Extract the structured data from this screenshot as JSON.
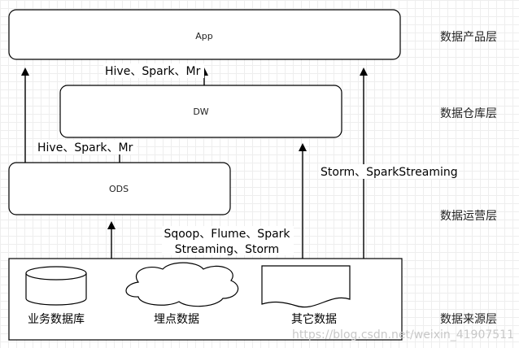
{
  "nodes": {
    "app": "App",
    "dw": "DW",
    "ods": "ODS"
  },
  "sources": {
    "db": "业务数据库",
    "tracking": "埋点数据",
    "other": "其它数据"
  },
  "edge_labels": {
    "dw_to_app": "Hive、Spark、Mr",
    "ods_to_dw": "Hive、Spark、Mr",
    "src_to_ods_line1": "Sqoop、Flume、Spark",
    "src_to_ods_line2": "Streaming、Storm",
    "src_to_app": "Storm、SparkStreaming"
  },
  "layers": {
    "product": "数据产品层",
    "warehouse": "数据仓库层",
    "operation": "数据运营层",
    "source": "数据来源层"
  },
  "watermark": "https://blog.csdn.net/weixin_41907511"
}
